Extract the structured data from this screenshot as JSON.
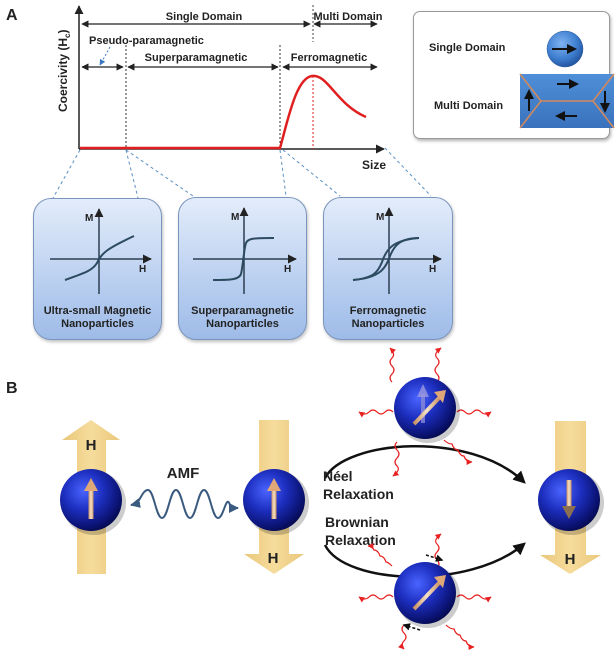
{
  "panel_a": {
    "label": "A",
    "y_axis_label": "Coercivity (H",
    "y_axis_subscript": "c",
    "y_axis_close": ")",
    "x_axis_label": "Size",
    "regions_top": [
      {
        "label": "Single Domain"
      },
      {
        "label": "Multi Domain"
      }
    ],
    "regions_mid": [
      {
        "label": "Pseudo-paramagnetic"
      },
      {
        "label": "Superparamagnetic"
      },
      {
        "label": "Ferromagnetic"
      }
    ],
    "curve_color": "#e02020",
    "legend": {
      "single_domain": "Single Domain",
      "multi_domain": "Multi Domain"
    },
    "subpanels": [
      {
        "m_label": "M",
        "h_label": "H",
        "caption_line1": "Ultra-small Magnetic",
        "caption_line2": "Nanoparticles",
        "curve_type": "linear-s"
      },
      {
        "m_label": "M",
        "h_label": "H",
        "caption_line1": "Superparamagnetic",
        "caption_line2": "Nanoparticles",
        "curve_type": "steep-s"
      },
      {
        "m_label": "M",
        "h_label": "H",
        "caption_line1": "Ferromagnetic",
        "caption_line2": "Nanoparticles",
        "curve_type": "hysteresis"
      }
    ]
  },
  "panel_b": {
    "label": "B",
    "field_label": "H",
    "amf_label": "AMF",
    "neel_line1": "Néel",
    "neel_line2": "Relaxation",
    "brownian_line1": "Brownian",
    "brownian_line2": "Relaxation",
    "particle_color": "#1a2fb5",
    "field_arrow_color": "#f0d08a",
    "heat_color": "#e82020"
  }
}
